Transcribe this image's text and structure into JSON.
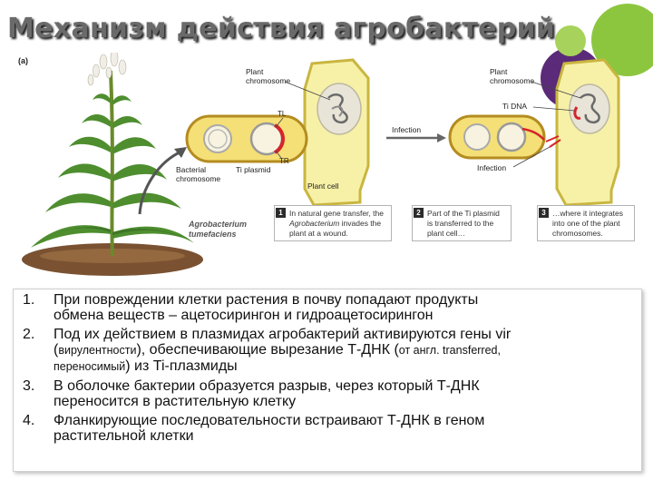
{
  "slide": {
    "title": "Механизм действия  агробактерий"
  },
  "figure": {
    "panel_label": "(a)",
    "labels": {
      "plant_chromosome_left": [
        "Plant",
        "chromosome"
      ],
      "tl": "TL",
      "tr": "TR",
      "bacterial_chromosome": [
        "Bacterial",
        "chromosome"
      ],
      "ti_plasmid": "Ti plasmid",
      "plant_cell": "Plant cell",
      "infection_arrow": "Infection",
      "plant_chromosome_right": [
        "Plant",
        "chromosome"
      ],
      "ti_dna": "Ti DNA",
      "infection_label": "Infection",
      "agrobacterium": [
        "Agrobacterium",
        "tumefaciens"
      ]
    },
    "captions": [
      {
        "num": "1",
        "pre": "In natural gene transfer, the ",
        "italic": "Agrobacterium",
        "post": " invades the plant at a wound."
      },
      {
        "num": "2",
        "text": "Part of the Ti plasmid is transferred to the plant cell…"
      },
      {
        "num": "3",
        "text": "…where it integrates into one of the plant chromosomes."
      }
    ]
  },
  "steps": [
    {
      "num": "1.",
      "lines": [
        "При повреждении клетки растения в почву попадают продукты",
        "обмена веществ – ацетосирингон и гидроацетосирингон"
      ]
    },
    {
      "num": "2.",
      "line1": "Под  их действием в плазмидах  агробактерий активируются гены vir",
      "line2a": "(",
      "line2b": "вирулентности",
      "line2c": "), обеспечивающие вырезание Т-ДНК (",
      "line2d": "от англ. transferred,",
      "line3a": "переносимый",
      "line3b": ") из Ti-плазмиды"
    },
    {
      "num": "3.",
      "lines": [
        "В оболочке бактерии образуется разрыв, через который Т-ДНК",
        "переносится в растительную клетку"
      ]
    },
    {
      "num": "4.",
      "lines": [
        "Фланкирующие последовательности встраивают Т-ДНК в  геном",
        "растительной клетки"
      ]
    }
  ],
  "colors": {
    "cell_fill": "#f7f1a8",
    "cell_stroke": "#c9b640",
    "bacterium_fill": "#f5df77",
    "bacterium_stroke": "#b48c20",
    "tdna": "#d6242a",
    "soil": "#7a5232",
    "leaf": "#4e8e2f",
    "deco_purple": "#5b2a78",
    "deco_green": "#8cc63f"
  }
}
